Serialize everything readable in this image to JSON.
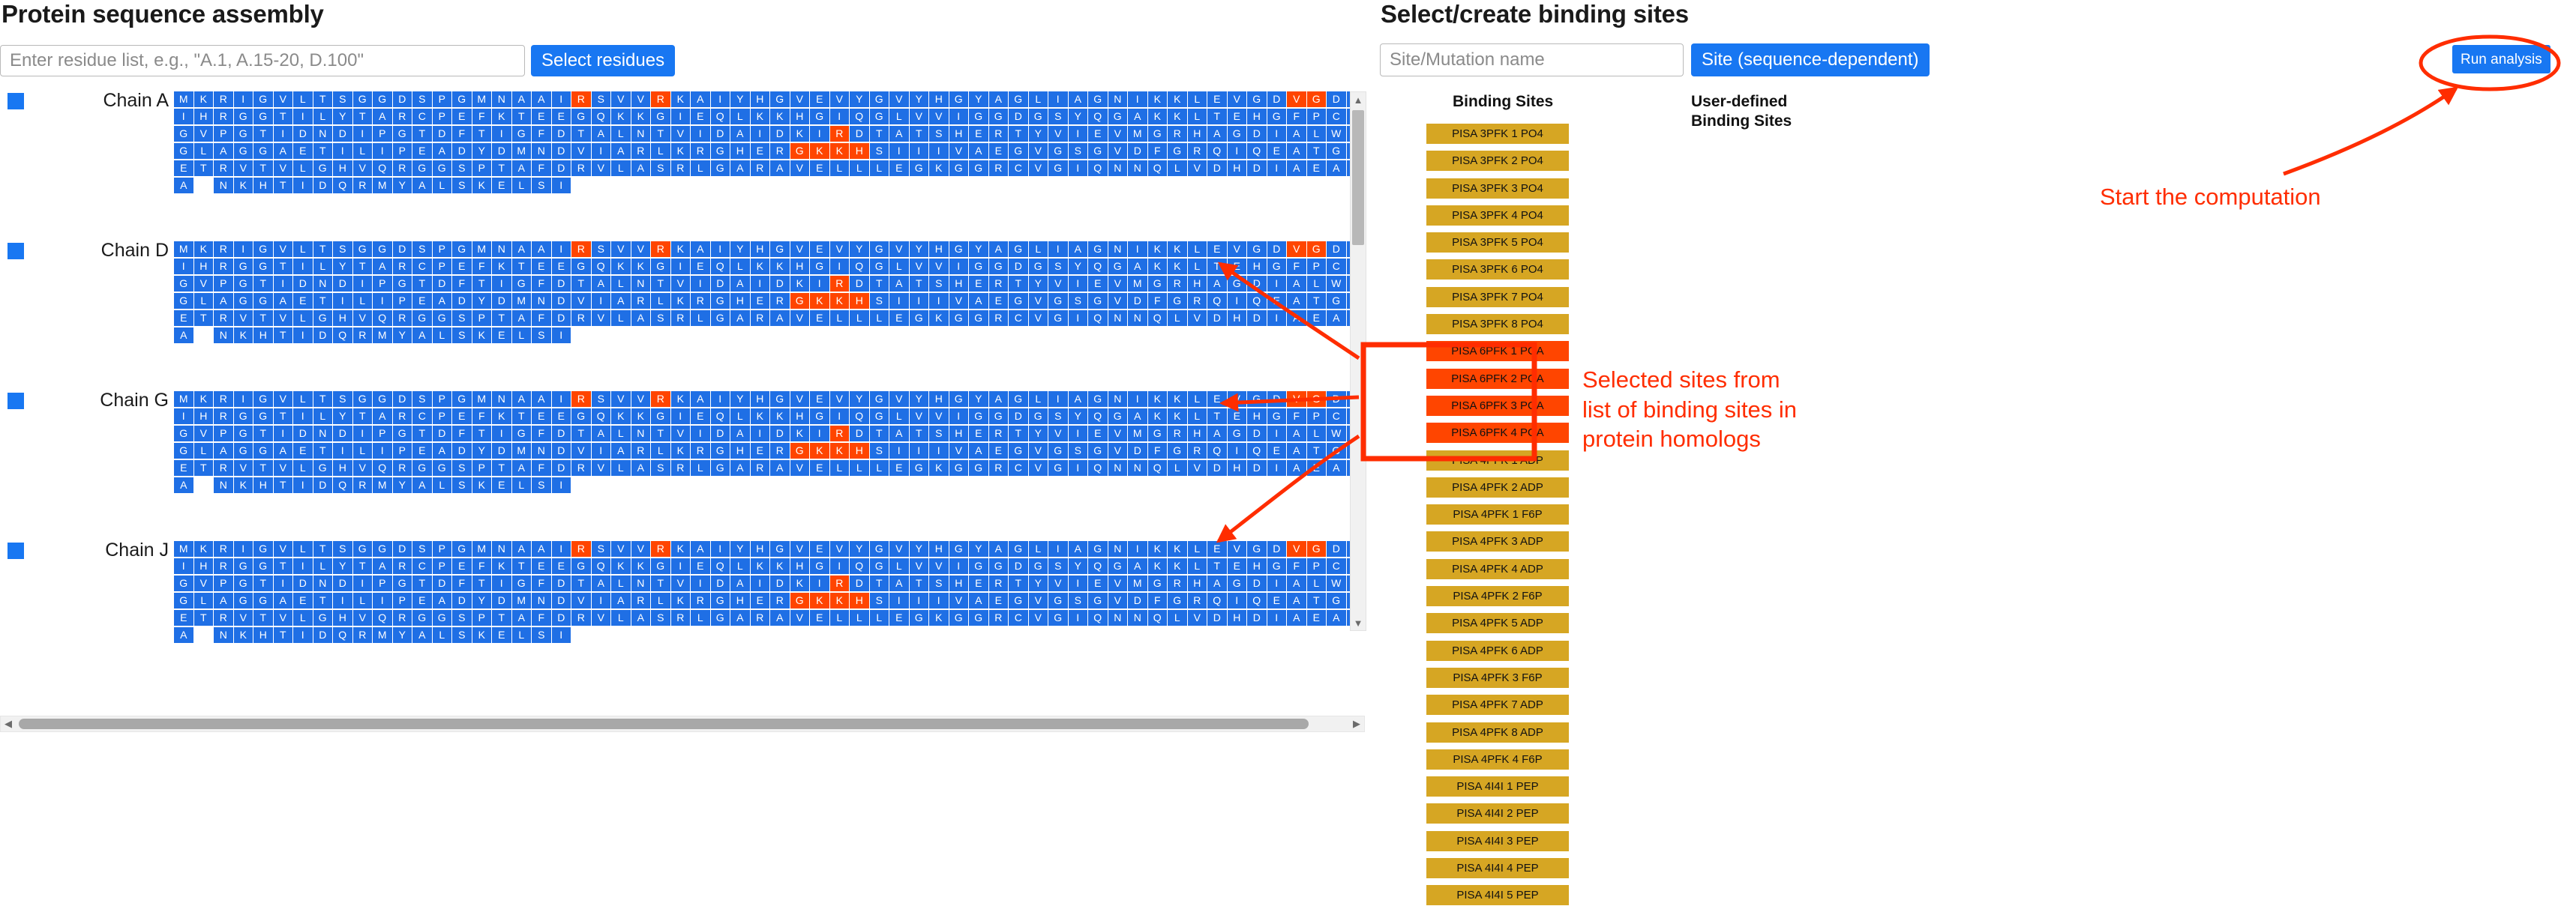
{
  "left": {
    "title": "Protein sequence assembly",
    "residue_input_placeholder": "Enter residue list, e.g., \"A.1, A.15-20, D.100\"",
    "residue_input_value": "",
    "select_residues_label": "Select residues",
    "scroll_arrows": {
      "up": "▲",
      "down": "▼",
      "left": "◀",
      "right": "▶"
    },
    "chains": [
      {
        "label": "Chain A",
        "checked": true,
        "rows": [
          "MKRIGVLTSGGDSPGMNAAIRSVVRKAIYHGVEVYGVYHGYAGLIAGNIKKLEVGDVGDI",
          "IHRGGTILYTARCPEFKTEEGQKKGIEQLKKHGIQGLVVIGGDGSYQGAKKLTEHGFPCV",
          "GVPGTIDNDIPGTDFTIGFDTALNTVIDAIDKIRDTATSHERTYVIEVMGRHAGDIALWS",
          "GLAGGAETILIPEADYDMNDVIARLKRGHERGKKHSIIIVAEGVGSGVDFGRQIQEATGF",
          "ETRVTVLGHVQRGGSPTAFDRVLASRLGARAVELLLEGKGGRCVGIQNNQLVDHDIAEAL",
          "A NKHTIDQRMYALSKELSI"
        ],
        "highlights": [
          [
            20,
            24,
            56,
            57
          ],
          [],
          [
            33
          ],
          [
            31,
            32,
            33,
            34
          ],
          [],
          []
        ]
      },
      {
        "label": "Chain D",
        "checked": true,
        "rows": [
          "MKRIGVLTSGGDSPGMNAAIRSVVRKAIYHGVEVYGVYHGYAGLIAGNIKKLEVGDVGDI",
          "IHRGGTILYTARCPEFKTEEGQKKGIEQLKKHGIQGLVVIGGDGSYQGAKKLTEHGFPCV",
          "GVPGTIDNDIPGTDFTIGFDTALNTVIDAIDKIRDTATSHERTYVIEVMGRHAGDIALWS",
          "GLAGGAETILIPEADYDMNDVIARLKRGHERGKKHSIIIVAEGVGSGVDFGRQIQEATGF",
          "ETRVTVLGHVQRGGSPTAFDRVLASRLGARAVELLLEGKGGRCVGIQNNQLVDHDIAEAL",
          "A NKHTIDQRMYALSKELSI"
        ],
        "highlights": [
          [
            20,
            24,
            56,
            57
          ],
          [],
          [
            33
          ],
          [
            31,
            32,
            33,
            34
          ],
          [],
          []
        ]
      },
      {
        "label": "Chain G",
        "checked": true,
        "rows": [
          "MKRIGVLTSGGDSPGMNAAIRSVVRKAIYHGVEVYGVYHGYAGLIAGNIKKLEVGDVGDI",
          "IHRGGTILYTARCPEFKTEEGQKKGIEQLKKHGIQGLVVIGGDGSYQGAKKLTEHGFPCV",
          "GVPGTIDNDIPGTDFTIGFDTALNTVIDAIDKIRDTATSHERTYVIEVMGRHAGDIALWS",
          "GLAGGAETILIPEADYDMNDVIARLKRGHERGKKHSIIIVAEGVGSGVDFGRQIQEATGF",
          "ETRVTVLGHVQRGGSPTAFDRVLASRLGARAVELLLEGKGGRCVGIQNNQLVDHDIAEAL",
          "A NKHTIDQRMYALSKELSI"
        ],
        "highlights": [
          [
            20,
            24,
            56,
            57
          ],
          [],
          [
            33
          ],
          [
            31,
            32,
            33,
            34
          ],
          [],
          []
        ]
      },
      {
        "label": "Chain J",
        "checked": true,
        "rows": [
          "MKRIGVLTSGGDSPGMNAAIRSVVRKAIYHGVEVYGVYHGYAGLIAGNIKKLEVGDVGDI",
          "IHRGGTILYTARCPEFKTEEGQKKGIEQLKKHGIQGLVVIGGDGSYQGAKKLTEHGFPCV",
          "GVPGTIDNDIPGTDFTIGFDTALNTVIDAIDKIRDTATSHERTYVIEVMGRHAGDIALWS",
          "GLAGGAETILIPEADYDMNDVIARLKRGHERGKKHSIIIVAEGVGSGVDFGRQIQEATGF",
          "ETRVTVLGHVQRGGSPTAFDRVLASRLGARAVELLLEGKGGRCVGIQNNQLVDHDIAEAL",
          "A NKHTIDQRMYALSKELSI"
        ],
        "highlights": [
          [
            20,
            24,
            56,
            57
          ],
          [],
          [
            33
          ],
          [
            31,
            32,
            33,
            34
          ],
          [],
          []
        ]
      }
    ]
  },
  "right": {
    "title": "Select/create binding sites",
    "site_name_placeholder": "Site/Mutation name",
    "site_name_value": "",
    "site_seq_button_label": "Site (sequence-dependent)",
    "binding_sites_header": "Binding Sites",
    "user_defined_header": "User-defined\nBinding Sites",
    "binding_sites": [
      {
        "label": "PISA 3PFK 1 PO4",
        "selected": false
      },
      {
        "label": "PISA 3PFK 2 PO4",
        "selected": false
      },
      {
        "label": "PISA 3PFK 3 PO4",
        "selected": false
      },
      {
        "label": "PISA 3PFK 4 PO4",
        "selected": false
      },
      {
        "label": "PISA 3PFK 5 PO4",
        "selected": false
      },
      {
        "label": "PISA 3PFK 6 PO4",
        "selected": false
      },
      {
        "label": "PISA 3PFK 7 PO4",
        "selected": false
      },
      {
        "label": "PISA 3PFK 8 PO4",
        "selected": false
      },
      {
        "label": "PISA 6PFK 1 PGA",
        "selected": true
      },
      {
        "label": "PISA 6PFK 2 PGA",
        "selected": true
      },
      {
        "label": "PISA 6PFK 3 PGA",
        "selected": true
      },
      {
        "label": "PISA 6PFK 4 PGA",
        "selected": true
      },
      {
        "label": "PISA 4PFK 1 ADP",
        "selected": false
      },
      {
        "label": "PISA 4PFK 2 ADP",
        "selected": false
      },
      {
        "label": "PISA 4PFK 1 F6P",
        "selected": false
      },
      {
        "label": "PISA 4PFK 3 ADP",
        "selected": false
      },
      {
        "label": "PISA 4PFK 4 ADP",
        "selected": false
      },
      {
        "label": "PISA 4PFK 2 F6P",
        "selected": false
      },
      {
        "label": "PISA 4PFK 5 ADP",
        "selected": false
      },
      {
        "label": "PISA 4PFK 6 ADP",
        "selected": false
      },
      {
        "label": "PISA 4PFK 3 F6P",
        "selected": false
      },
      {
        "label": "PISA 4PFK 7 ADP",
        "selected": false
      },
      {
        "label": "PISA 4PFK 8 ADP",
        "selected": false
      },
      {
        "label": "PISA 4PFK 4 F6P",
        "selected": false
      },
      {
        "label": "PISA 4I4I 1 PEP",
        "selected": false
      },
      {
        "label": "PISA 4I4I 2 PEP",
        "selected": false
      },
      {
        "label": "PISA 4I4I 3 PEP",
        "selected": false
      },
      {
        "label": "PISA 4I4I 4 PEP",
        "selected": false
      },
      {
        "label": "PISA 4I4I 5 PEP",
        "selected": false
      }
    ],
    "user_defined_sites": [],
    "run_analysis_label": "Run analysis"
  },
  "annotations": {
    "start_computation": "Start the computation",
    "selected_sites": "Selected sites from\nlist of binding sites in\nprotein homologs",
    "color": "#ff2d00"
  },
  "colors": {
    "accent_blue": "#1877f2",
    "residue_blue": "#1f6fe5",
    "highlight_orange": "#ff4500",
    "site_gold": "#d6a623",
    "annotation_red": "#ff2d00"
  }
}
